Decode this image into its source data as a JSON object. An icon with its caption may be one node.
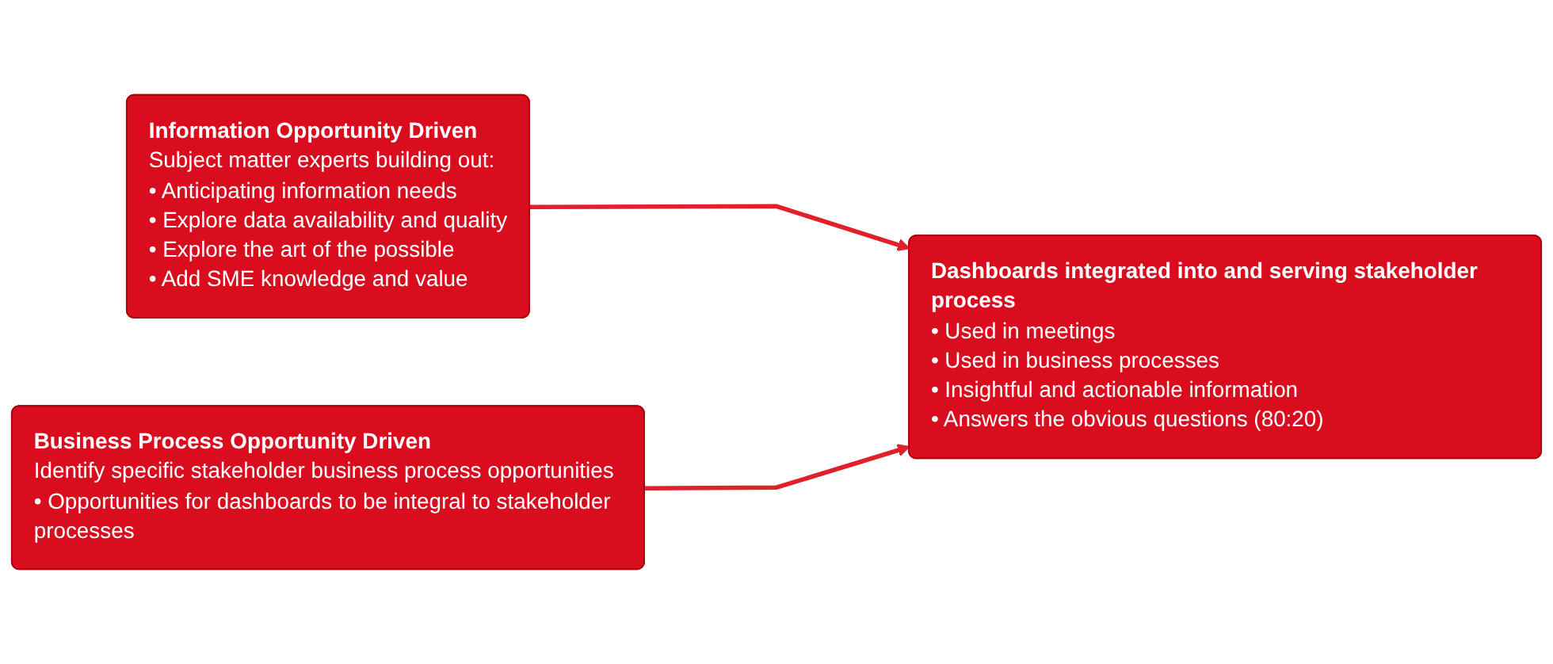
{
  "diagram": {
    "nodes": [
      {
        "text": [
          "Information Opportunity Driven",
          "Subject matter experts building out:",
          "• Anticipating information needs",
          "• Explore data availability and quality",
          "• Explore the art of the possible",
          "• Add SME knowledge and value"
        ]
      },
      {
        "text": [
          "Business Process Opportunity Driven",
          "Identify specific stakeholder business process opportunities",
          "• Opportunities for dashboards to be integral to stakeholder processes"
        ]
      },
      {
        "text": [
          "Dashboards integrated into and serving stakeholder process",
          "• Used in meetings",
          "• Used in business processes",
          "• Insightful and actionable information",
          "• Answers the obvious questions (80:20)"
        ]
      }
    ],
    "edges": [
      {
        "from": 0,
        "to": 2,
        "arrow": "to"
      },
      {
        "from": 1,
        "to": 2,
        "arrow": "to"
      }
    ]
  }
}
